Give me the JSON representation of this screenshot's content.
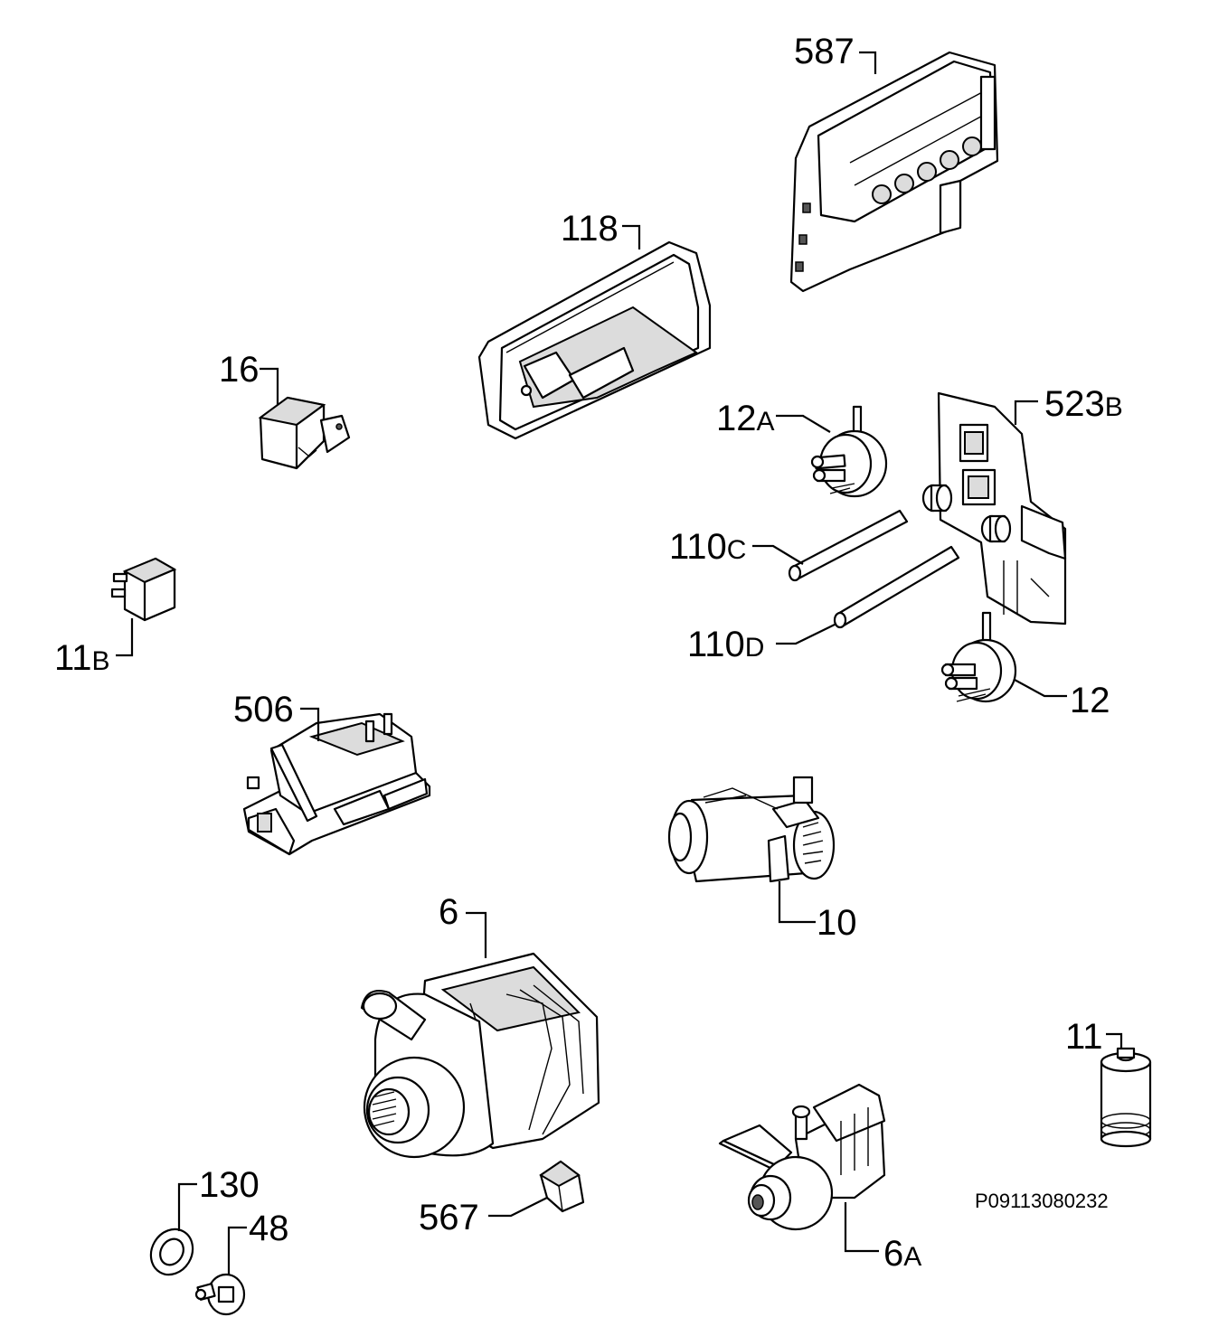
{
  "diagram": {
    "reference_code": "P09113080232",
    "labels": {
      "l587": {
        "num": "587",
        "sfx": ""
      },
      "l118": {
        "num": "118",
        "sfx": ""
      },
      "l16": {
        "num": "16",
        "sfx": ""
      },
      "l12a": {
        "num": "12",
        "sfx": "A"
      },
      "l523b": {
        "num": "523",
        "sfx": "B"
      },
      "l110c": {
        "num": "110",
        "sfx": "C"
      },
      "l110d": {
        "num": "110",
        "sfx": "D"
      },
      "l11b": {
        "num": "11",
        "sfx": "B"
      },
      "l12": {
        "num": "12",
        "sfx": ""
      },
      "l506": {
        "num": "506",
        "sfx": ""
      },
      "l10": {
        "num": "10",
        "sfx": ""
      },
      "l6": {
        "num": "6",
        "sfx": ""
      },
      "l11": {
        "num": "11",
        "sfx": ""
      },
      "l130": {
        "num": "130",
        "sfx": ""
      },
      "l48": {
        "num": "48",
        "sfx": ""
      },
      "l567": {
        "num": "567",
        "sfx": ""
      },
      "l6a": {
        "num": "6",
        "sfx": "A"
      }
    }
  }
}
